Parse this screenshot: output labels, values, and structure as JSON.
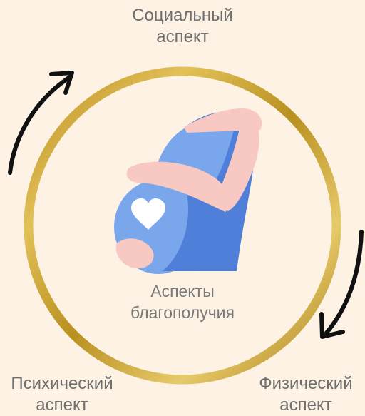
{
  "diagram": {
    "title_top": [
      "Социальный",
      "аспект"
    ],
    "label_bottom_left": [
      "Психический",
      "аспект"
    ],
    "label_bottom_right": [
      "Физический",
      "аспект"
    ],
    "center_label": [
      "Аспекты",
      "благополучия"
    ]
  },
  "icons": {
    "center": "pregnant-belly-heart-icon",
    "arrow_left": "curved-arrow-up-icon",
    "arrow_right": "curved-arrow-down-icon"
  },
  "colors": {
    "background": "#fdf2e3",
    "ring": "#c9a22c",
    "text": "#6f6f6f",
    "belly_light": "#7aa6ec",
    "belly_dark": "#4f7fd8",
    "skin": "#f7c9c2",
    "arrow": "#111111"
  }
}
